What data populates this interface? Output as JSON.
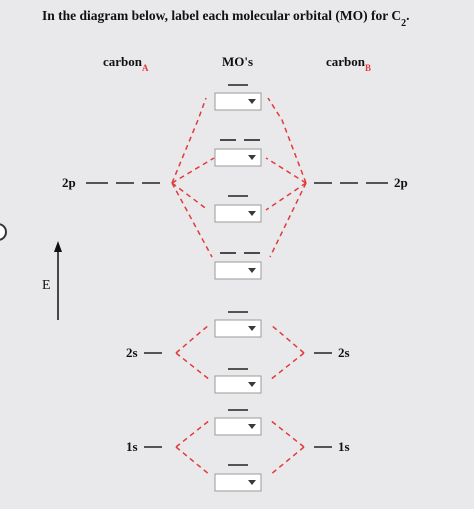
{
  "question": {
    "text_prefix": "In the diagram below, label each molecular orbital (MO) for C",
    "subscript": "2",
    "text_suffix": "."
  },
  "columns": {
    "carbon_a": {
      "label": "carbon",
      "sub": "A"
    },
    "mos": {
      "label": "MO's"
    },
    "carbon_b": {
      "label": "carbon",
      "sub": "B"
    }
  },
  "atomic_levels": {
    "left": [
      "2p",
      "2s",
      "1s"
    ],
    "right": [
      "2p",
      "2s",
      "1s"
    ]
  },
  "energy_axis": {
    "label": "E"
  },
  "mo_dropdowns": [
    "",
    "",
    "",
    "",
    "",
    "",
    "",
    "",
    ""
  ],
  "colors": {
    "correlation_lines": "#e23b3b",
    "background": "#e9e9ec"
  }
}
